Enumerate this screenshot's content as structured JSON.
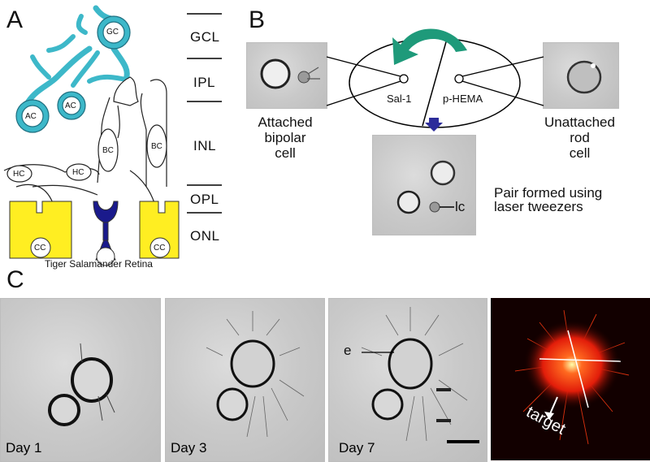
{
  "panels": {
    "a": {
      "letter": "A",
      "title": "Tiger Salamander Retina",
      "layers": [
        "GCL",
        "IPL",
        "INL",
        "OPL",
        "ONL"
      ],
      "cells": {
        "gc": "GC",
        "ac1": "AC",
        "ac2": "AC",
        "bc1": "BC",
        "bc2": "BC",
        "hc1": "HC",
        "hc2": "HC",
        "cc1": "CC",
        "rc": "RC",
        "cc2": "CC"
      },
      "colors": {
        "ganglion": "#3db8c9",
        "rod": "#1a1a8c",
        "cone": "#ffee22"
      }
    },
    "b": {
      "letter": "B",
      "left_caption": [
        "Attached",
        "bipolar",
        "cell"
      ],
      "right_caption": [
        "Unattached",
        "rod",
        "cell"
      ],
      "sal_label": "Sal-1",
      "phema_label": "p-HEMA",
      "pair_caption": [
        "Pair formed using",
        "laser tweezers"
      ],
      "lc_label": "lc",
      "colors": {
        "arrow": "#1e9a7a",
        "down_arrow": "#2c2c9a"
      }
    },
    "c": {
      "letter": "C",
      "days": [
        "Day 1",
        "Day 3",
        "Day 7"
      ],
      "e_label": "e",
      "target_label": "target",
      "colors": {
        "fluor": "#ff3a12"
      }
    }
  }
}
